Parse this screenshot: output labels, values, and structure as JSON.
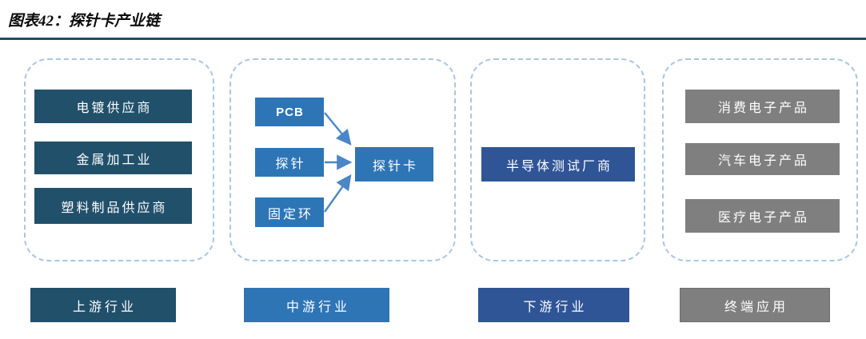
{
  "title": "图表42：探针卡产业链",
  "colors": {
    "title_rule": "#1F4E63",
    "upstream_box": "#21506B",
    "midstream_box": "#2E75B6",
    "downstream_box": "#2F5597",
    "terminal_box": "#7F7F7F",
    "dashed_border": "#A9C5E5",
    "arrow": "#4A86C8",
    "box_text": "#FFFFFF"
  },
  "groups": {
    "upstream": {
      "label": "上游行业",
      "boxes": [
        "电镀供应商",
        "金属加工业",
        "塑料制品供应商"
      ]
    },
    "midstream": {
      "label": "中游行业",
      "inputs": [
        "PCB",
        "探针",
        "固定环"
      ],
      "output": "探针卡"
    },
    "downstream": {
      "label": "下游行业",
      "boxes": [
        "半导体测试厂商"
      ]
    },
    "terminal": {
      "label": "终端应用",
      "boxes": [
        "消费电子产品",
        "汽车电子产品",
        "医疗电子产品"
      ]
    }
  }
}
